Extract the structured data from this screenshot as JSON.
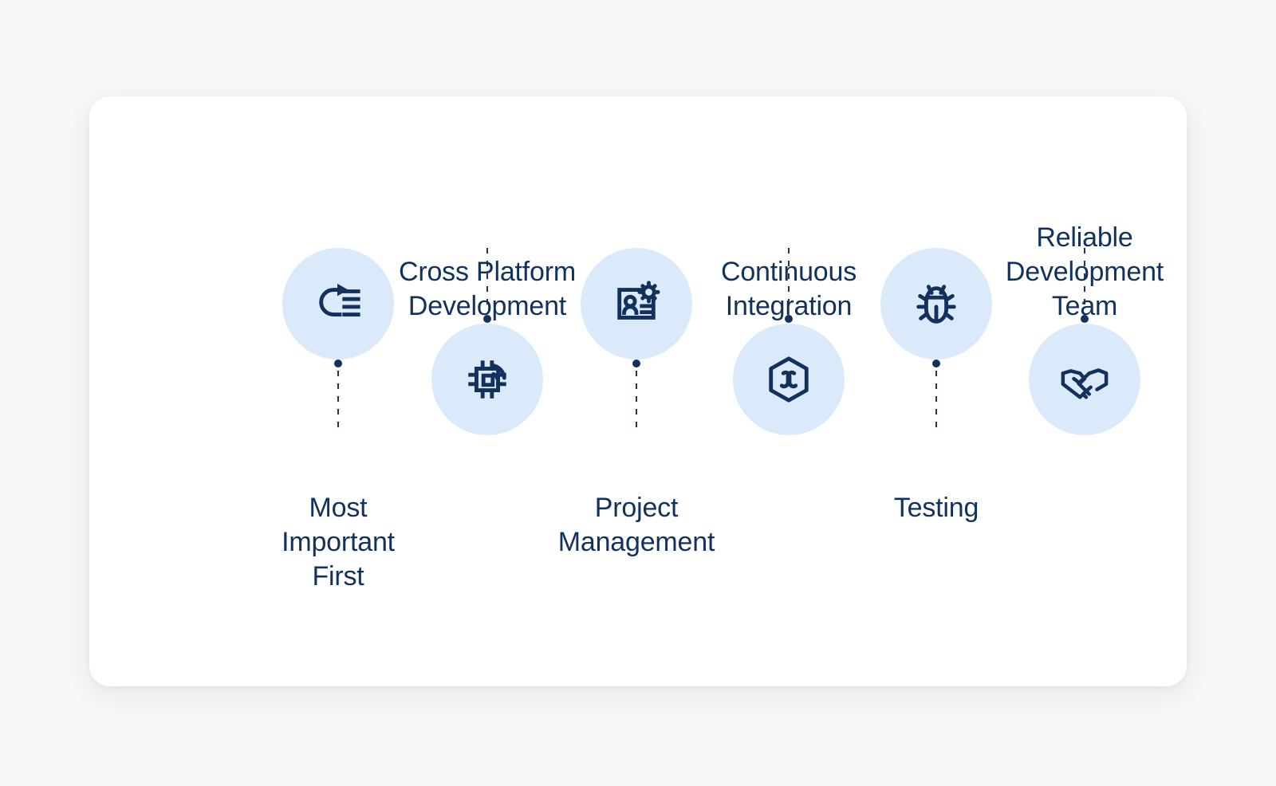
{
  "theme": {
    "page_background": "#f7f7f7",
    "card_background": "#ffffff",
    "circle_fill": "#daeafb",
    "ink": "#12315c",
    "connector": "#1c3661"
  },
  "milestones": [
    {
      "id": "most-important-first",
      "label": "Most\nImportant\nFirst",
      "icon": "priority-list-icon",
      "position": "up"
    },
    {
      "id": "cross-platform-development",
      "label": "Cross Platform\nDevelopment",
      "icon": "cpu-chip-icon",
      "position": "down"
    },
    {
      "id": "project-management",
      "label": "Project\nManagement",
      "icon": "user-card-settings-icon",
      "position": "up"
    },
    {
      "id": "continuous-integration",
      "label": "Continuous\nIntegration",
      "icon": "hexagon-integration-icon",
      "position": "down"
    },
    {
      "id": "testing",
      "label": "Testing",
      "icon": "bug-icon",
      "position": "up"
    },
    {
      "id": "reliable-development-team",
      "label": "Reliable\nDevelopment\nTeam",
      "icon": "handshake-icon",
      "position": "down"
    }
  ]
}
